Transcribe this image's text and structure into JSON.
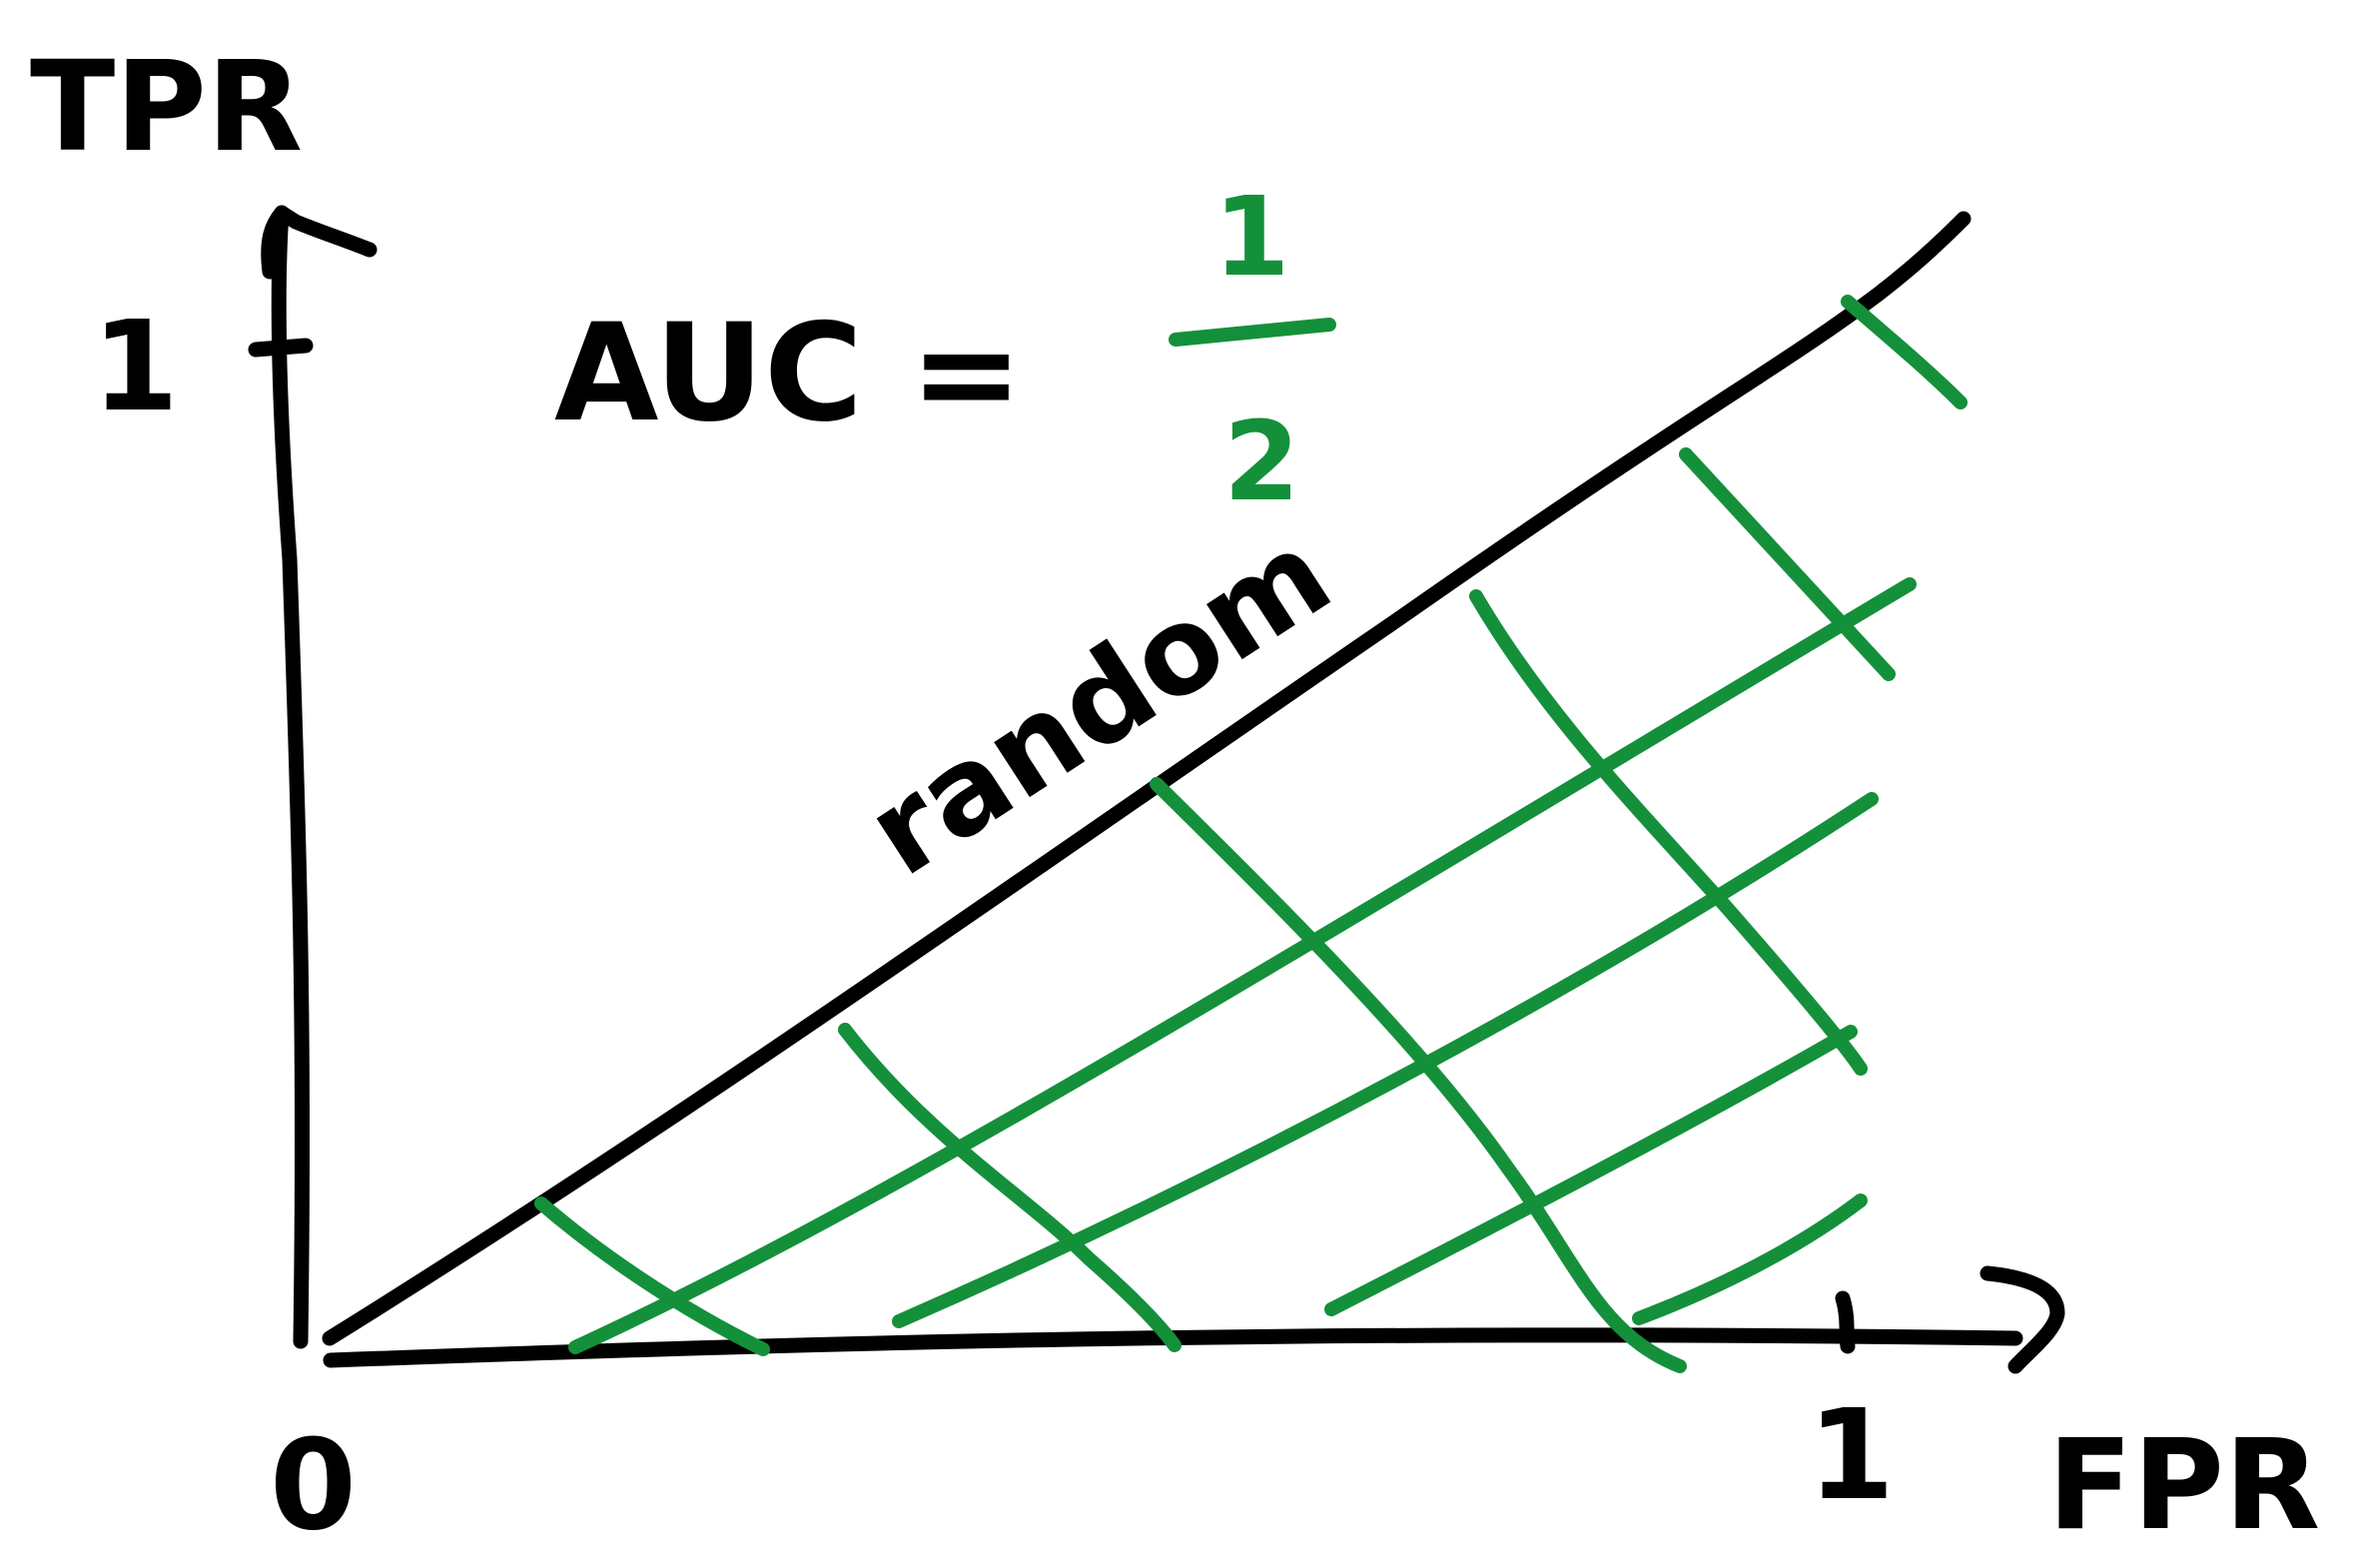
{
  "colors": {
    "ink": "#000000",
    "accent": "#14903a",
    "background": "#ffffff"
  },
  "axes": {
    "y_label": "TPR",
    "x_label": "FPR",
    "origin_label": "0",
    "y_max_label": "1",
    "x_max_label": "1"
  },
  "annotation": {
    "formula_left": "AUC =",
    "fraction_numerator": "1",
    "fraction_denominator": "2",
    "diagonal_label": "random"
  },
  "diagram": {
    "diagonal_line": "random classifier",
    "shaded_region": "area under the diagonal, hatched"
  }
}
